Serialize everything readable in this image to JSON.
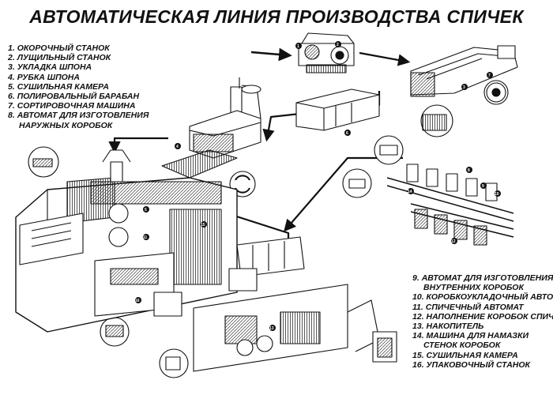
{
  "title": "АВТОМАТИЧЕСКАЯ ЛИНИЯ ПРОИЗВОДСТВА СПИЧЕК",
  "legend_left": [
    {
      "number": "1",
      "text": "ОКОРОЧНЫЙ СТАНОК"
    },
    {
      "number": "2",
      "text": "ЛУЩИЛЬНЫЙ СТАНОК"
    },
    {
      "number": "3",
      "text": "УКЛАДКА ШПОНА"
    },
    {
      "number": "4",
      "text": "РУБКА ШПОНА"
    },
    {
      "number": "5",
      "text": "СУШИЛЬНАЯ КАМЕРА"
    },
    {
      "number": "6",
      "text": "ПОЛИРОВАЛЬНЫЙ БАРАБАН"
    },
    {
      "number": "7",
      "text": "СОРТИРОВОЧНАЯ МАШИНА"
    },
    {
      "number": "8",
      "text": "АВТОМАТ ДЛЯ ИЗГОТОВЛЕНИЯ",
      "cont": "НАРУЖНЫХ КОРОБОК"
    }
  ],
  "legend_right": [
    {
      "number": "9",
      "text": "АВТОМАТ ДЛЯ ИЗГОТОВЛЕНИЯ",
      "cont": "ВНУТРЕННИХ КОРОБОК"
    },
    {
      "number": "10",
      "text": "КОРОБКОУКЛАДОЧНЫЙ АВТОМАТ"
    },
    {
      "number": "11",
      "text": "СПИЧЕЧНЫЙ АВТОМАТ"
    },
    {
      "number": "12",
      "text": "НАПОЛНЕНИЕ КОРОБОК СПИЧКАМИ"
    },
    {
      "number": "13",
      "text": "НАКОПИТЕЛЬ"
    },
    {
      "number": "14",
      "text": "МАШИНА ДЛЯ НАМАЗКИ",
      "cont": "СТЕНОК КОРОБОК"
    },
    {
      "number": "15",
      "text": "СУШИЛЬНАЯ КАМЕРА"
    },
    {
      "number": "16",
      "text": "УПАКОВОЧНЫЙ СТАНОК"
    }
  ]
}
